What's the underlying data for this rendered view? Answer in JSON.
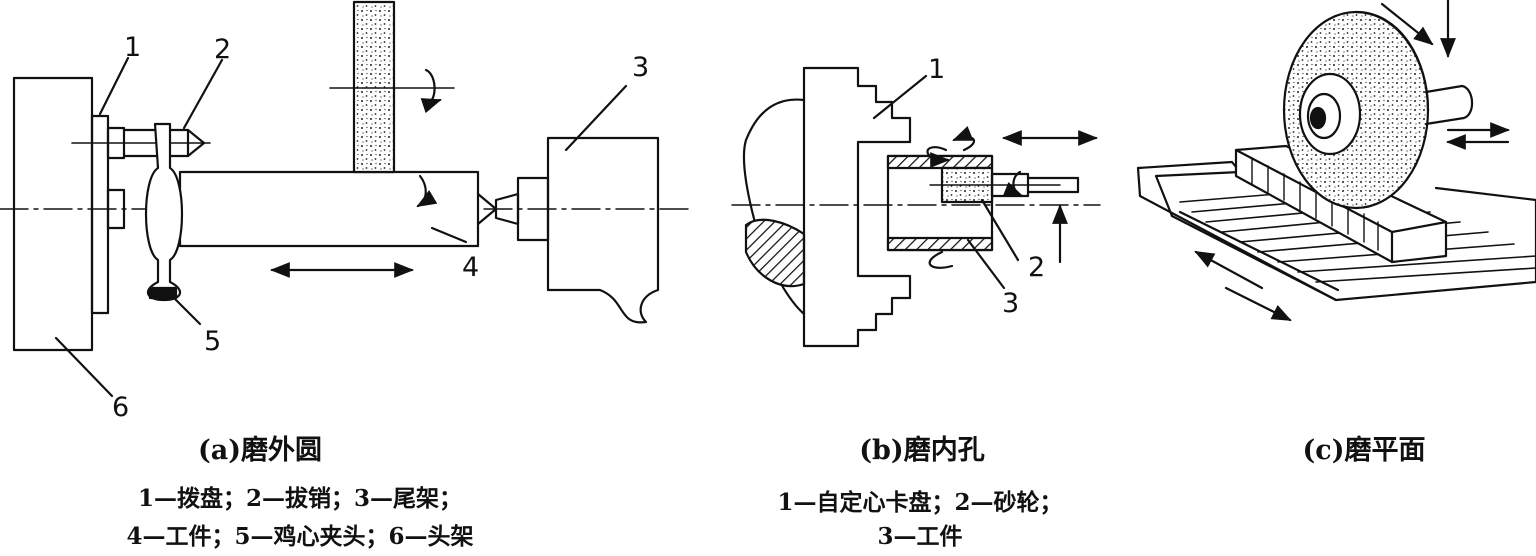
{
  "panels": [
    {
      "id": "a",
      "caption": "(a)磨外圆",
      "legend": [
        "1—拨盘；2—拔销；3—尾架；",
        "4—工件；5—鸡心夹头；6—头架"
      ],
      "numbers": [
        "1",
        "2",
        "3",
        "4",
        "5",
        "6"
      ]
    },
    {
      "id": "b",
      "caption": "(b)磨内孔",
      "legend": [
        "1—自定心卡盘；2—砂轮；",
        "3—工件"
      ],
      "numbers": [
        "1",
        "2",
        "3"
      ]
    },
    {
      "id": "c",
      "caption": "(c)磨平面",
      "legend": [],
      "numbers": []
    }
  ]
}
